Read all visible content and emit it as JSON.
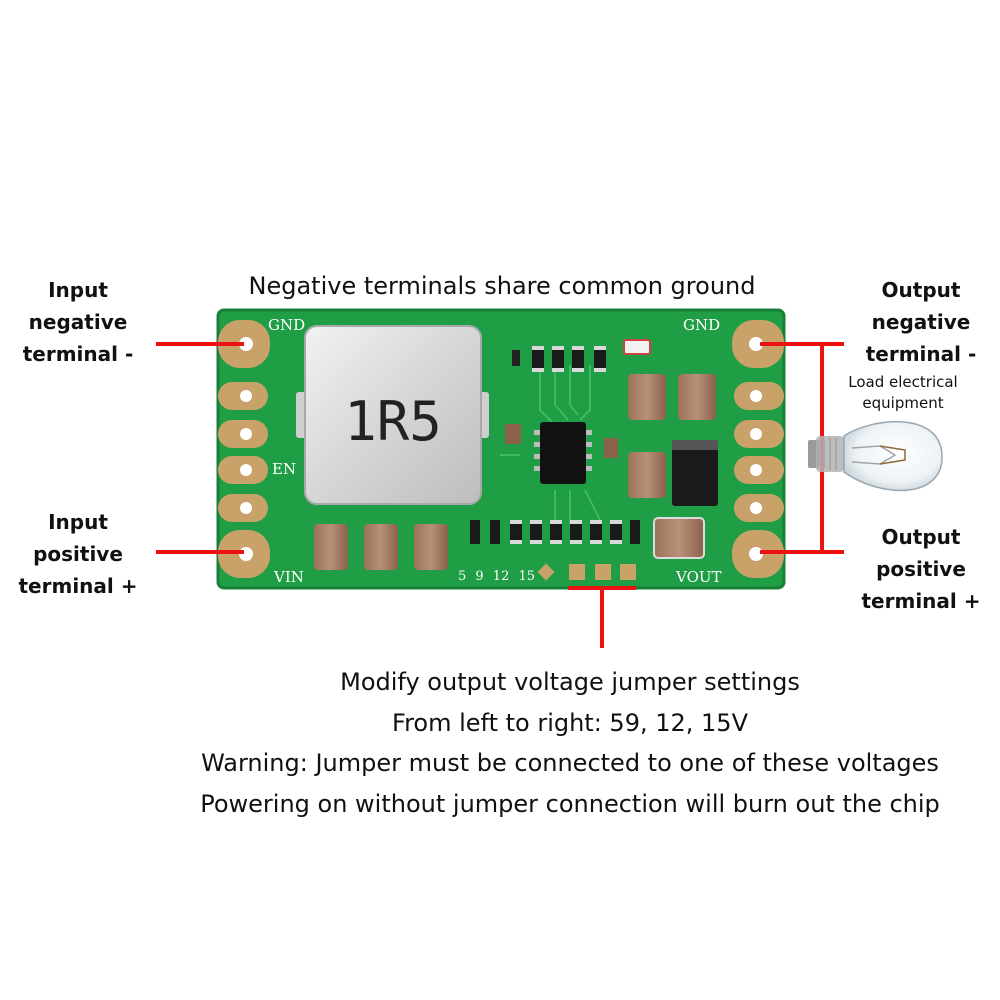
{
  "top_caption": "Negative terminals share common ground",
  "input_negative": [
    "Input",
    "negative",
    "terminal -"
  ],
  "input_positive": [
    "Input",
    "positive",
    "terminal +"
  ],
  "output_negative": [
    "Output",
    "negative",
    "terminal -"
  ],
  "output_positive": [
    "Output",
    "positive",
    "terminal +"
  ],
  "load_label": [
    "Load electrical",
    "equipment"
  ],
  "board": {
    "inductor_marking": "1R5",
    "silk_gnd_left": "GND",
    "silk_gnd_right": "GND",
    "silk_en": "EN",
    "silk_vin": "VIN",
    "silk_vout": "VOUT",
    "silk_jumper_values": "5 9 12 15"
  },
  "notes": [
    "Modify output voltage jumper settings",
    "From left to right: 59, 12, 15V",
    "Warning: Jumper must be connected to one of these voltages",
    "Powering on without jumper connection will burn out the chip"
  ],
  "colors": {
    "pcb_green": "#1f9e45",
    "pad_gold": "#c9a26a",
    "pointer_red": "#ee1111"
  }
}
